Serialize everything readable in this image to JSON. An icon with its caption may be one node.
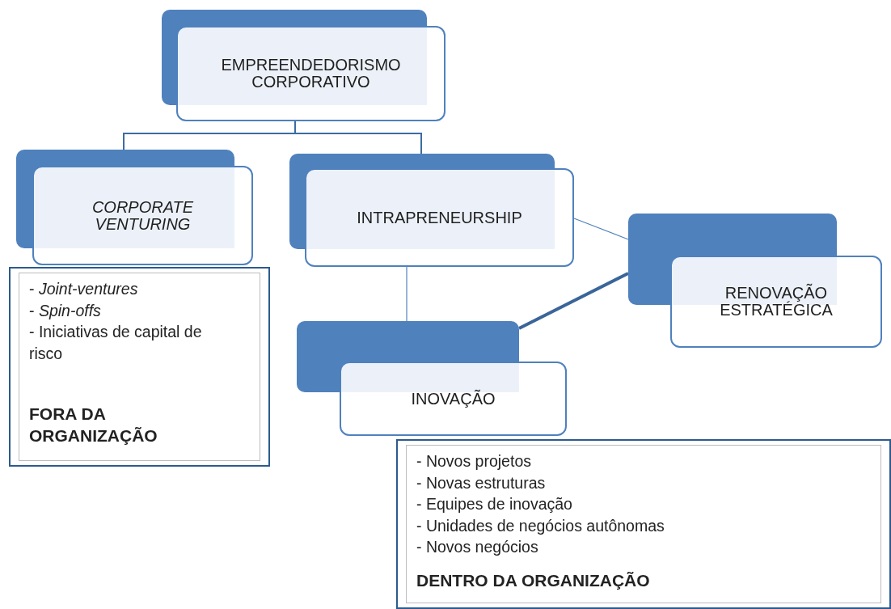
{
  "diagram": {
    "nodes": [
      {
        "text": [
          "EMPREENDEDORISMO CORPORATIVO"
        ]
      },
      {
        "text": [
          "CORPORATE VENTURING"
        ]
      },
      {
        "text": [
          "INTRAPRENEURSHIP"
        ]
      },
      {
        "text": [
          "RENOVAÇÃO ESTRATÉGICA"
        ]
      },
      {
        "text": [
          "- *Joint-ventures*",
          "- *Spin-offs*",
          "- Iniciativas de capital de risco",
          "FORA DA ORGANIZAÇÃO"
        ]
      },
      {
        "text": [
          "INOVAÇÃO"
        ]
      },
      {
        "text": [
          "- Novos projetos",
          "- Novas estruturas",
          "- Equipes de inovação",
          "- Unidades de negócios autônomas",
          "- Novos negócios",
          "DENTRO DA ORGANIZAÇÃO"
        ]
      }
    ],
    "edges": [
      {
        "from": 0,
        "to": 1,
        "arrow": "none"
      },
      {
        "from": 0,
        "to": 2,
        "arrow": "none"
      },
      {
        "from": 2,
        "to": 3,
        "arrow": "none"
      },
      {
        "from": 2,
        "to": 5,
        "arrow": "none"
      },
      {
        "from": 5,
        "to": 3,
        "arrow": "none",
        "style": "thick"
      }
    ]
  }
}
